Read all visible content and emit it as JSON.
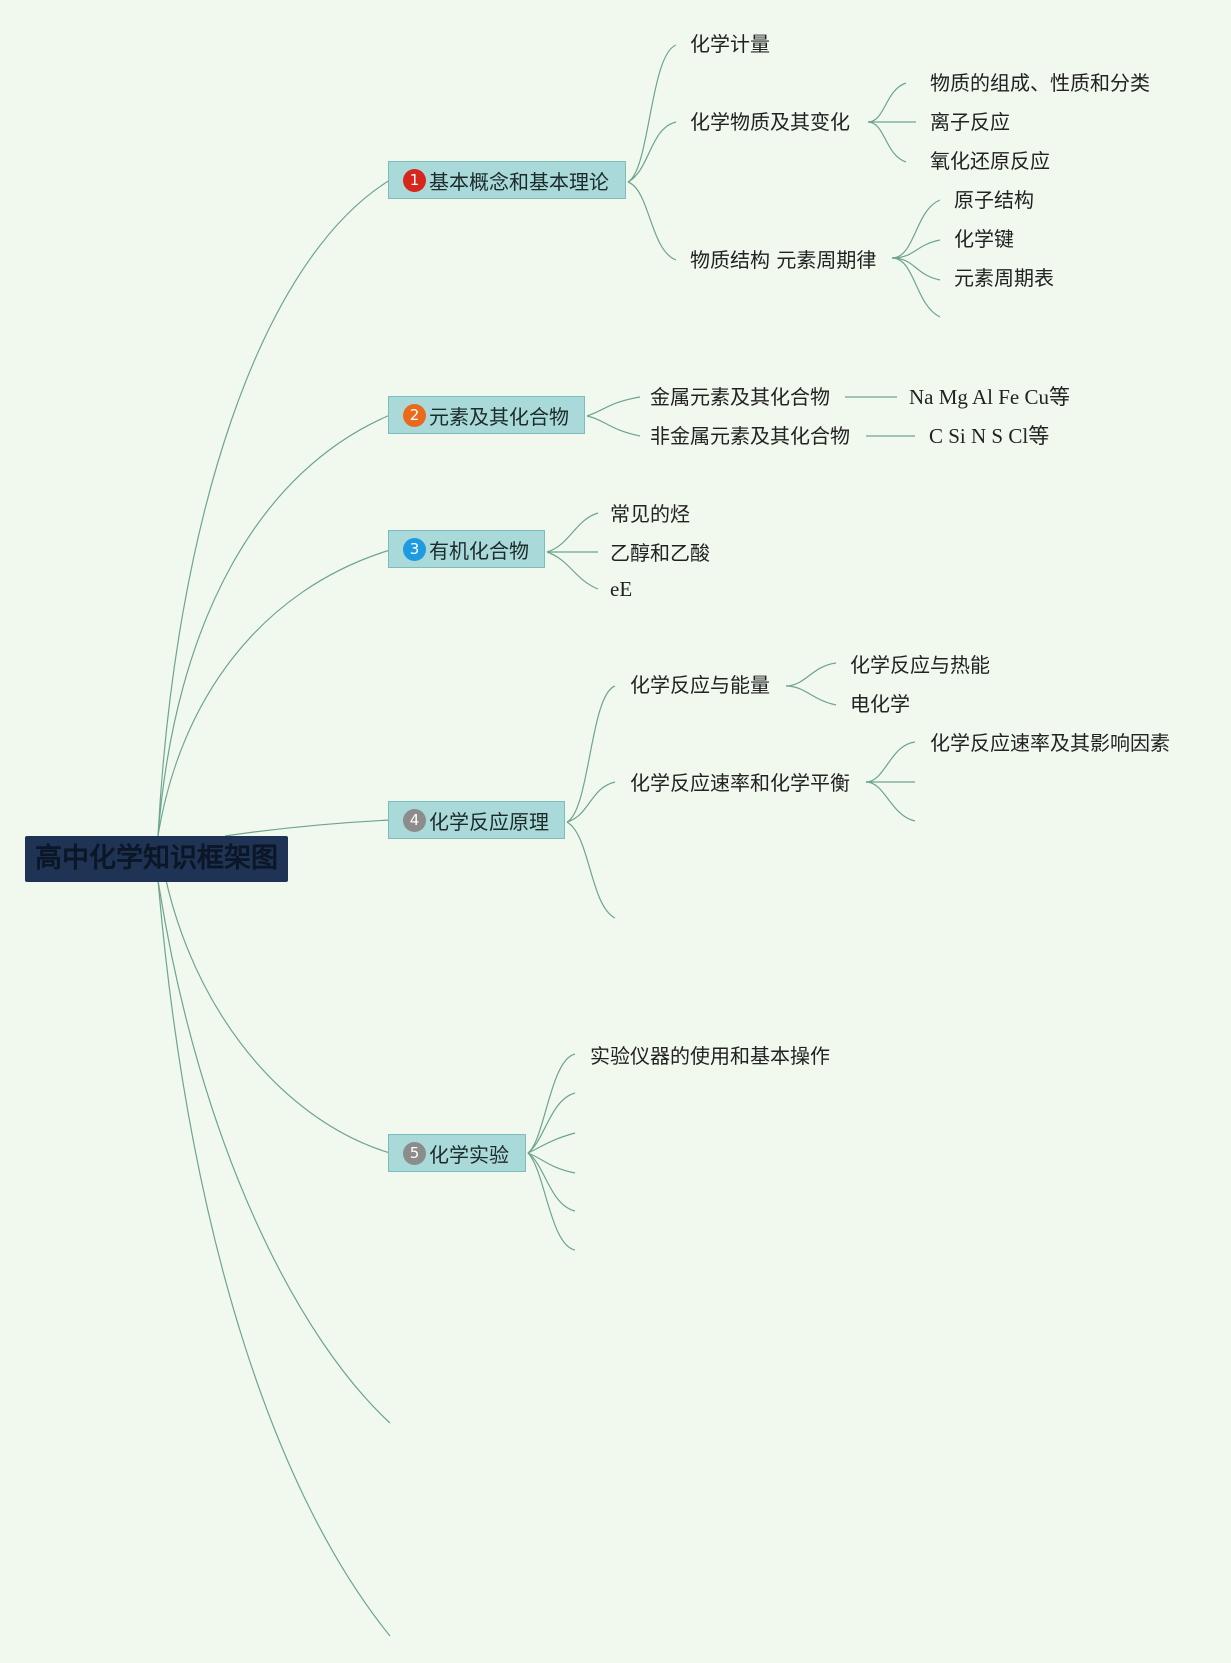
{
  "root": {
    "label": "高中化学知识框架图"
  },
  "colors": {
    "background": "#f1f9ef",
    "root_fill": "#1f3354",
    "branch_fill": "#a9d9d9",
    "connector": "#6ea48f",
    "badge_1": "#d7261b",
    "badge_2": "#ea6a1d",
    "badge_3": "#1e9be0",
    "badge_4": "#8c8c8c",
    "badge_5": "#8c8c8c"
  },
  "branches": [
    {
      "badge": "1",
      "label": "基本概念和基本理论"
    },
    {
      "badge": "2",
      "label": "元素及其化合物"
    },
    {
      "badge": "3",
      "label": "有机化合物"
    },
    {
      "badge": "4",
      "label": "化学反应原理"
    },
    {
      "badge": "5",
      "label": "化学实验"
    }
  ],
  "b1": {
    "t1": "化学计量",
    "t2": "化学物质及其变化",
    "t2_children": [
      "物质的组成、性质和分类",
      "离子反应",
      "氧化还原反应"
    ],
    "t3": "物质结构 元素周期律",
    "t3_children": [
      "原子结构",
      "化学键",
      "元素周期表"
    ]
  },
  "b2": {
    "t1": "金属元素及其化合物",
    "t1_detail": "Na Mg Al Fe Cu等",
    "t2": "非金属元素及其化合物",
    "t2_detail": "C Si N S Cl等"
  },
  "b3": {
    "children": [
      "常见的烃",
      "乙醇和乙酸",
      "eE"
    ]
  },
  "b4": {
    "t1": "化学反应与能量",
    "t1_children": [
      "化学反应与热能",
      "电化学"
    ],
    "t2": "化学反应速率和化学平衡",
    "t2_children": [
      "化学反应速率及其影响因素"
    ]
  },
  "b5": {
    "children": [
      "实验仪器的使用和基本操作"
    ]
  }
}
